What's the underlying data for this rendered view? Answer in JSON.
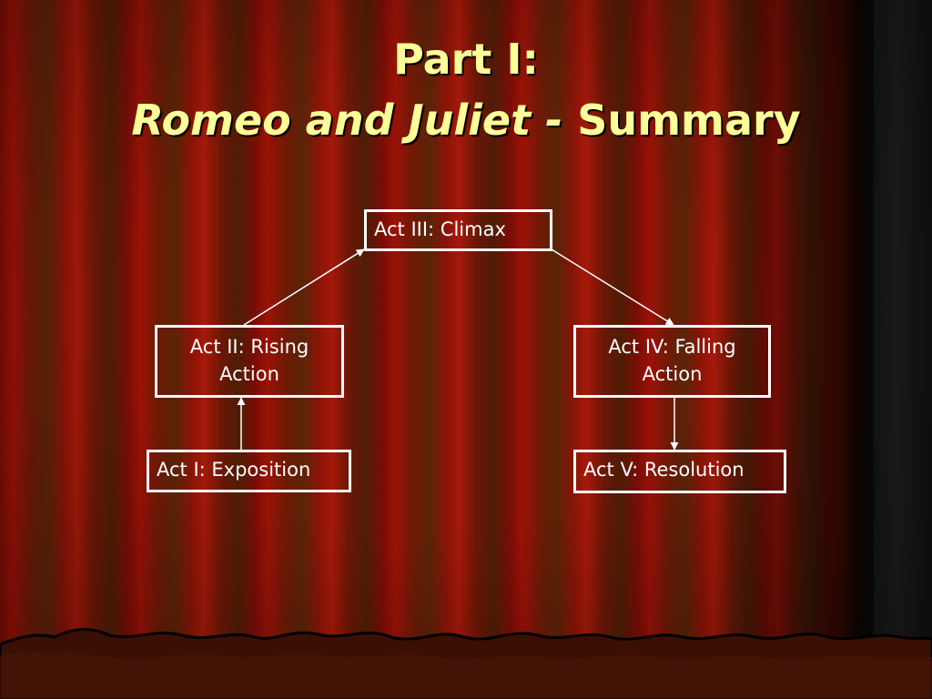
{
  "title": {
    "line1": "Part I:",
    "line2_italic": "Romeo and Juliet -",
    "line2_plain": " Summary"
  },
  "nodes": {
    "act1": "Act I: Exposition",
    "act2": "Act II: Rising Action",
    "act3": "Act III: Climax",
    "act4": "Act IV: Falling Action",
    "act5": "Act V: Resolution"
  },
  "edges": [
    {
      "from": "act1",
      "to": "act2"
    },
    {
      "from": "act2",
      "to": "act3"
    },
    {
      "from": "act3",
      "to": "act4"
    },
    {
      "from": "act4",
      "to": "act5"
    }
  ],
  "colors": {
    "title_text": "#ffff99",
    "box_border": "#ffffff",
    "box_text": "#ffffff",
    "curtain": "#8b1a0a"
  }
}
